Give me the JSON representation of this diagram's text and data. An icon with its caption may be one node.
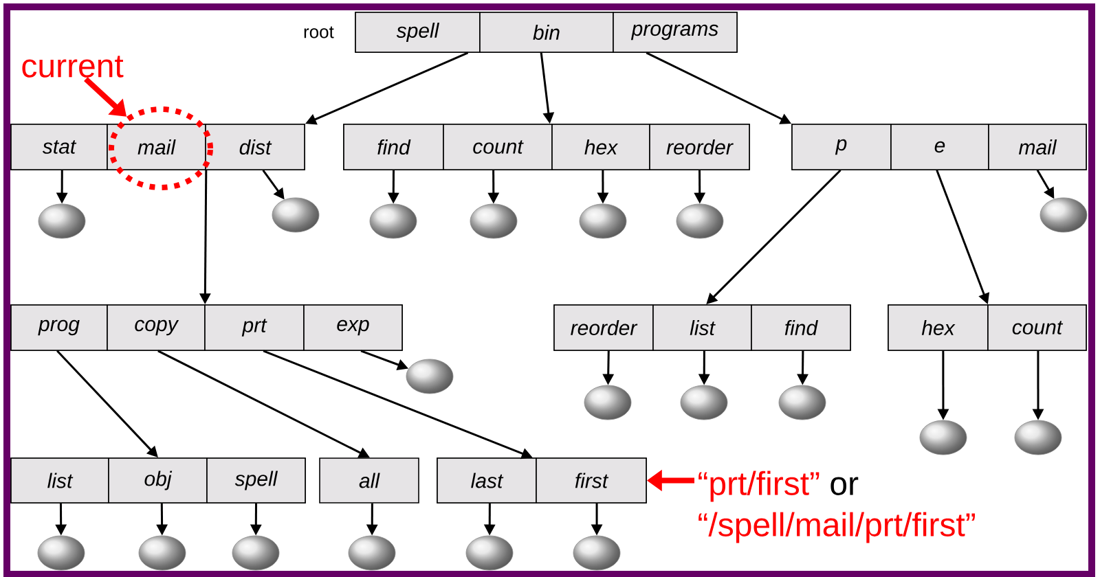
{
  "diagram": {
    "nodes": [
      {
        "text": [],
        "shape": "box",
        "beside": [
          "root"
        ]
      },
      {
        "text": [
          "spell"
        ],
        "in": 0
      },
      {
        "text": [
          "bin"
        ],
        "in": 0
      },
      {
        "text": [
          "programs"
        ],
        "in": 0
      },
      {
        "text": [],
        "shape": "box"
      },
      {
        "text": [
          "stat"
        ],
        "in": 4
      },
      {
        "text": [
          "mail"
        ]
      },
      {
        "text": [
          "dist"
        ],
        "in": 4
      },
      {
        "text": [],
        "shape": "box"
      },
      {
        "text": [
          "find"
        ],
        "in": 8
      },
      {
        "text": [
          "count"
        ],
        "in": 8
      },
      {
        "text": [
          "hex"
        ],
        "in": 8
      },
      {
        "text": [
          "reorder"
        ],
        "in": 8
      },
      {
        "text": [],
        "shape": "box"
      },
      {
        "text": [
          "p"
        ],
        "in": 13
      },
      {
        "text": [
          "e"
        ],
        "in": 13
      },
      {
        "text": [
          "mail"
        ],
        "in": 13
      },
      {
        "text": [],
        "shape": "box"
      },
      {
        "text": [
          "prog"
        ],
        "in": 17
      },
      {
        "text": [
          "copy"
        ],
        "in": 17
      },
      {
        "text": [
          "prt"
        ],
        "in": 17
      },
      {
        "text": [
          "exp"
        ],
        "in": 17
      },
      {
        "text": [],
        "shape": "box"
      },
      {
        "text": [
          "reorder"
        ],
        "in": 22
      },
      {
        "text": [
          "list"
        ],
        "in": 22
      },
      {
        "text": [
          "find"
        ],
        "in": 22
      },
      {
        "text": [],
        "shape": "box"
      },
      {
        "text": [
          "hex"
        ],
        "in": 26
      },
      {
        "text": [
          "count"
        ],
        "in": 26
      },
      {
        "text": [],
        "shape": "box"
      },
      {
        "text": [
          "list"
        ],
        "in": 29
      },
      {
        "text": [
          "obj"
        ],
        "in": 29
      },
      {
        "text": [
          "spell"
        ],
        "in": 29
      },
      {
        "text": [
          "all"
        ]
      },
      {
        "text": [],
        "shape": "box"
      },
      {
        "text": [
          "last"
        ],
        "in": 34
      },
      {
        "text": [
          "first"
        ],
        "in": 34
      },
      {
        "text": [],
        "shape": "circle"
      },
      {
        "text": [],
        "shape": "circle"
      },
      {
        "text": [],
        "shape": "circle"
      },
      {
        "text": [],
        "shape": "circle"
      },
      {
        "text": [],
        "shape": "circle"
      },
      {
        "text": [],
        "shape": "circle"
      },
      {
        "text": [],
        "shape": "circle"
      },
      {
        "text": [],
        "shape": "circle"
      },
      {
        "text": [],
        "shape": "circle"
      },
      {
        "text": [],
        "shape": "circle"
      },
      {
        "text": [],
        "shape": "circle"
      },
      {
        "text": [],
        "shape": "circle"
      },
      {
        "text": [],
        "shape": "circle"
      },
      {
        "text": [],
        "shape": "circle"
      },
      {
        "text": [],
        "shape": "circle"
      },
      {
        "text": [],
        "shape": "circle"
      },
      {
        "text": [],
        "shape": "circle"
      },
      {
        "text": [],
        "shape": "circle"
      },
      {
        "text": [],
        "shape": "circle"
      },
      {
        "text": [
          "current"
        ]
      },
      {
        "text": [
          "“prt/first”",
          "or",
          "“/spell/mail/prt/first”"
        ]
      },
      {
        "text": [],
        "shape": "circle"
      }
    ],
    "edges": [
      {
        "from": 1,
        "to": 4,
        "arrow": "to"
      },
      {
        "from": 2,
        "to": 8,
        "arrow": "to"
      },
      {
        "from": 3,
        "to": 13,
        "arrow": "to"
      },
      {
        "from": 5,
        "to": 37,
        "arrow": "to"
      },
      {
        "from": 6,
        "to": 17,
        "arrow": "to"
      },
      {
        "from": 7,
        "to": 38,
        "arrow": "to"
      },
      {
        "from": 9,
        "to": 39,
        "arrow": "to"
      },
      {
        "from": 10,
        "to": 40,
        "arrow": "to"
      },
      {
        "from": 11,
        "to": 41,
        "arrow": "to"
      },
      {
        "from": 12,
        "to": 42,
        "arrow": "to"
      },
      {
        "from": 14,
        "to": 22,
        "arrow": "to"
      },
      {
        "from": 15,
        "to": 26,
        "arrow": "to"
      },
      {
        "from": 16,
        "to": 43,
        "arrow": "to"
      },
      {
        "from": 18,
        "to": 29,
        "arrow": "to"
      },
      {
        "from": 19,
        "to": 33,
        "arrow": "to"
      },
      {
        "from": 20,
        "to": 34,
        "arrow": "to"
      },
      {
        "from": 21,
        "to": 44,
        "arrow": "to"
      },
      {
        "from": 23,
        "to": 45,
        "arrow": "to"
      },
      {
        "from": 24,
        "to": 46,
        "arrow": "to"
      },
      {
        "from": 25,
        "to": 47,
        "arrow": "to"
      },
      {
        "from": 27,
        "to": 48,
        "arrow": "to"
      },
      {
        "from": 28,
        "to": 49,
        "arrow": "to"
      },
      {
        "from": 30,
        "to": 50,
        "arrow": "to"
      },
      {
        "from": 31,
        "to": 51,
        "arrow": "to"
      },
      {
        "from": 32,
        "to": 52,
        "arrow": "to"
      },
      {
        "from": 33,
        "to": 53,
        "arrow": "to"
      },
      {
        "from": 35,
        "to": 54,
        "arrow": "to"
      },
      {
        "from": 36,
        "to": 55,
        "arrow": "to"
      },
      {
        "from": 56,
        "to": 58,
        "arrow": "to",
        "style": "thick",
        "color": "#ff0000"
      },
      {
        "from": 57,
        "to": 36,
        "arrow": "to",
        "style": "thick",
        "color": "#ff0000"
      }
    ]
  }
}
